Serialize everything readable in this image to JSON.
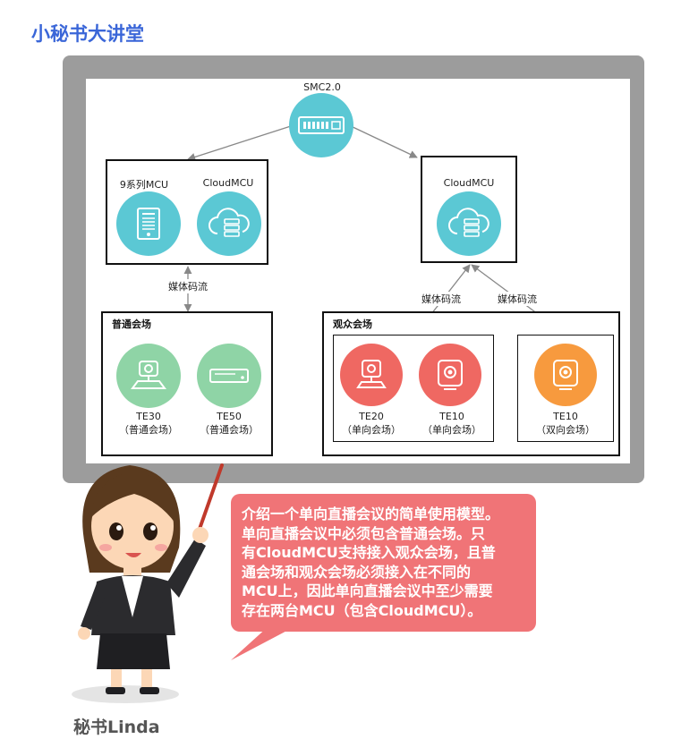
{
  "header": {
    "title": "小秘书大讲堂"
  },
  "diagram": {
    "smc": {
      "label": "SMC2.0"
    },
    "left_mcu_box": {
      "nodes": [
        {
          "label": "9系列MCU",
          "icon": "server-rack-icon"
        },
        {
          "label": "CloudMCU",
          "icon": "cloud-database-icon"
        }
      ]
    },
    "right_mcu_box": {
      "nodes": [
        {
          "label": "CloudMCU",
          "icon": "cloud-database-icon"
        }
      ]
    },
    "media_stream_label": "媒体码流",
    "ordinary_venue": {
      "title": "普通会场",
      "terminals": [
        {
          "name": "TE30",
          "role": "（普通会场）",
          "icon": "camera-terminal-icon"
        },
        {
          "name": "TE50",
          "role": "（普通会场）",
          "icon": "set-top-box-icon"
        }
      ]
    },
    "audience_venue": {
      "title": "观众会场",
      "terminals": [
        {
          "name": "TE20",
          "role": "（单向会场）",
          "icon": "camera-terminal-icon"
        },
        {
          "name": "TE10",
          "role": "（单向会场）",
          "icon": "camera-cube-icon"
        }
      ]
    },
    "bidirectional_venue": {
      "terminals": [
        {
          "name": "TE10",
          "role": "（双向会场）",
          "icon": "camera-cube-icon"
        }
      ]
    },
    "colors": {
      "teal": "#5bc8d4",
      "green": "#8fd4a6",
      "red": "#ef6862",
      "orange": "#f79a3e",
      "bubble": "#f07477"
    }
  },
  "bubble": {
    "lines": [
      "介绍一个单向直播会议的简单使用模型。",
      "单向直播会议中必须包含普通会场。只",
      "有CloudMCU支持接入观众会场，且普",
      "通会场和观众会场必须接入在不同的",
      "MCU上，因此单向直播会议中至少需要",
      "存在两台MCU（包含CloudMCU）。"
    ]
  },
  "speaker": {
    "name": "秘书Linda"
  }
}
